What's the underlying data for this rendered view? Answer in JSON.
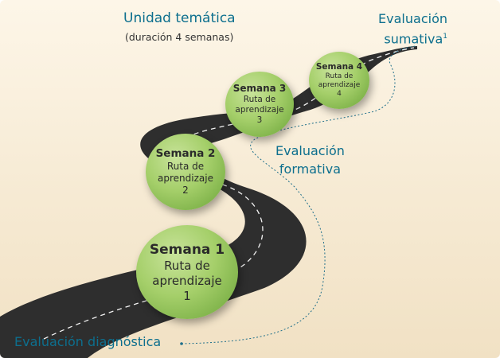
{
  "header": {
    "title": "Unidad temática",
    "subtitle": "(duración 4 semanas)"
  },
  "labels": {
    "sumativa_line1": "Evaluación",
    "sumativa_line2": "sumativa",
    "sumativa_note": "1",
    "formativa_line1": "Evaluación",
    "formativa_line2": "formativa",
    "diagnostica": "Evaluación diagnóstica"
  },
  "weeks": [
    {
      "title": "Semana 1",
      "line1": "Ruta de",
      "line2": "aprendizaje",
      "line3": "1"
    },
    {
      "title": "Semana 2",
      "line1": "Ruta de",
      "line2": "aprendizaje",
      "line3": "2"
    },
    {
      "title": "Semana 3",
      "line1": "Ruta de",
      "line2": "aprendizaje",
      "line3": "3"
    },
    {
      "title": "Semana 4",
      "line1": "Ruta de",
      "line2": "aprendizaje",
      "line3": "4"
    }
  ],
  "colors": {
    "accent_text": "#0d6f8e",
    "road": "#2e2e2e",
    "week_circle": "#a5cf6a",
    "background": "#f6ead3"
  }
}
